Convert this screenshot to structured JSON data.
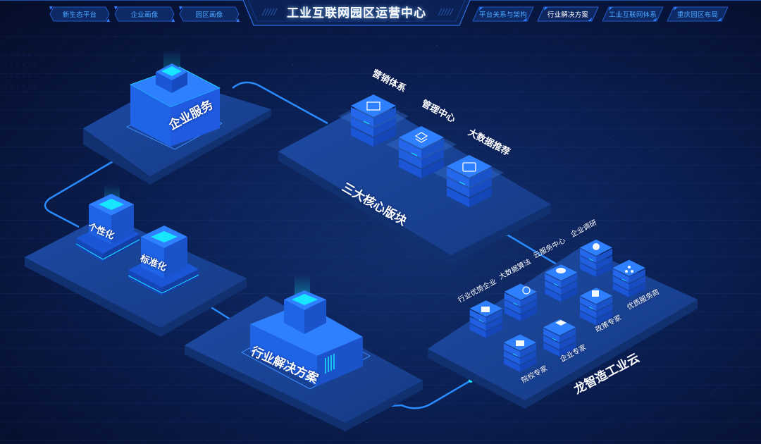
{
  "header": {
    "title": "工业互联网园区运营中心",
    "left_tabs": [
      {
        "label": "新生态平台",
        "active": false
      },
      {
        "label": "企业画像",
        "active": false
      },
      {
        "label": "园区画像",
        "active": false
      }
    ],
    "right_tabs": [
      {
        "label": "平台关系与架构",
        "active": false
      },
      {
        "label": "行业解决方案",
        "active": true
      },
      {
        "label": "工业互联网体系",
        "active": false
      },
      {
        "label": "重庆园区布局",
        "active": false
      }
    ]
  },
  "colors": {
    "background": "#0b1f52",
    "platform": "#1a3f8f",
    "block_front": "#1f63e6",
    "block_side": "#1a52c9",
    "block_top": "#2c7cff",
    "cyan_accent": "#18e6ff",
    "connector": "#2a8bff",
    "tab_text": "#4aa6ff"
  },
  "diagram": {
    "enterprise_service": {
      "label": "企业服务"
    },
    "core_modules": {
      "label": "三大核心版块",
      "items": [
        {
          "label": "营销体系",
          "icon": "chart-screen-icon"
        },
        {
          "label": "管理中心",
          "icon": "layers-icon"
        },
        {
          "label": "大数据推荐",
          "icon": "profile-card-icon"
        }
      ]
    },
    "customization": {
      "items": [
        {
          "label": "个性化"
        },
        {
          "label": "标准化"
        }
      ]
    },
    "industry_solution": {
      "label": "行业解决方案"
    },
    "cloud": {
      "label": "龙智造工业云",
      "items": [
        {
          "label": "行业优势企业",
          "icon": "building-icon"
        },
        {
          "label": "大数据算法",
          "icon": "gear-icon"
        },
        {
          "label": "云服务中心",
          "icon": "cloud-icon"
        },
        {
          "label": "企业调研",
          "icon": "pie-chart-icon"
        },
        {
          "label": "院校专家",
          "icon": "school-icon"
        },
        {
          "label": "企业专家",
          "icon": "graduation-cap-icon"
        },
        {
          "label": "政策专家",
          "icon": "document-icon"
        },
        {
          "label": "优质服务商",
          "icon": "network-icon"
        }
      ]
    }
  }
}
